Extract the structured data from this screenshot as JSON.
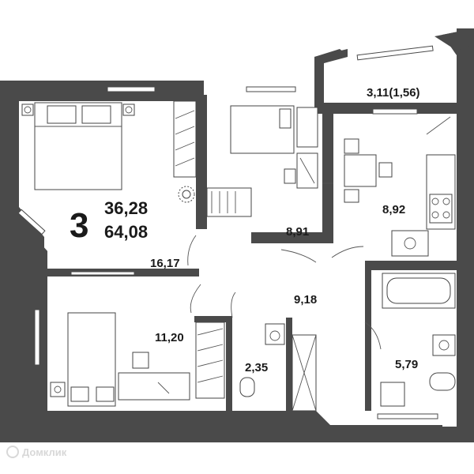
{
  "summary": {
    "rooms_count": "3",
    "living_area": "36,28",
    "total_area": "64,08"
  },
  "rooms": {
    "bedroom_main": "16,17",
    "bedroom_small": "8,91",
    "kitchen": "8,92",
    "balcony": "3,11(1,56)",
    "hallway": "9,18",
    "bedroom_lower": "11,20",
    "toilet": "2,35",
    "bathroom": "5,79"
  },
  "watermark": "Домклик",
  "colors": {
    "wall": "#4a4a4a",
    "line": "#3a3a3a",
    "background": "#ffffff"
  }
}
